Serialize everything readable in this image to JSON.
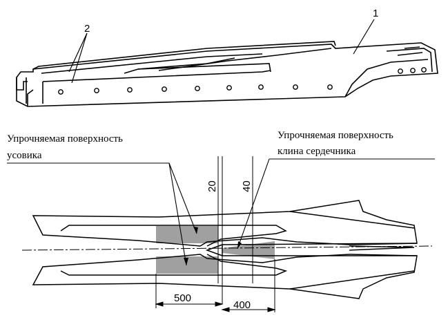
{
  "top_view": {
    "callout_1": "1",
    "callout_2": "2"
  },
  "plan_view": {
    "label_left_line1": "Упрочняемая поверхность",
    "label_left_line2": "усовика",
    "label_right_line1": "Упрочняемая поверхность",
    "label_right_line2": "клина сердечника",
    "dim_20": "20",
    "dim_40": "40",
    "dim_500": "500",
    "dim_400": "400"
  },
  "colors": {
    "line": "#000000",
    "hatch": "#a0a0a0",
    "background": "#ffffff"
  }
}
